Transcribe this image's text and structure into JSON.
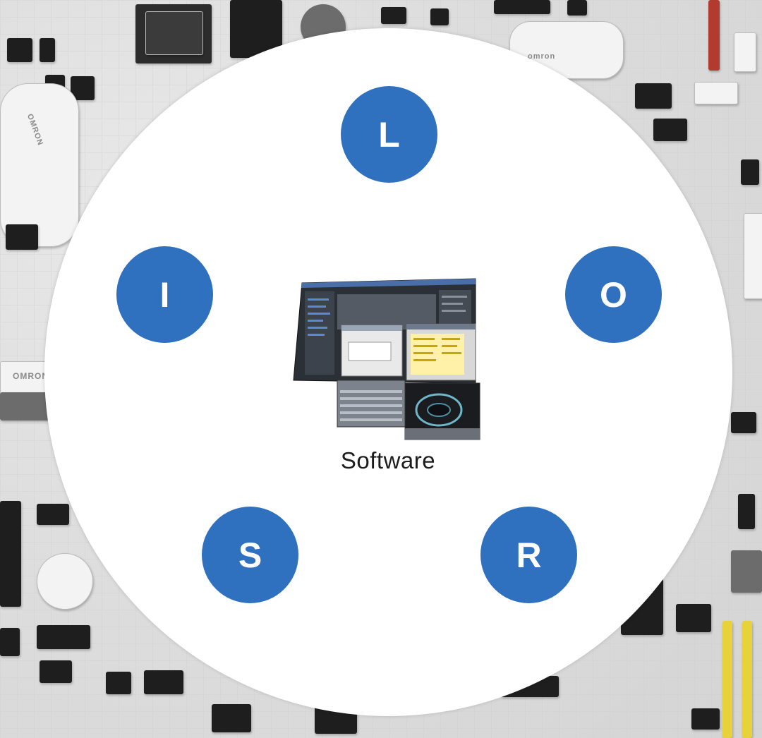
{
  "background": {
    "brand_marks": [
      "OMRON",
      "OMRON",
      "omron"
    ]
  },
  "nodes": {
    "l": "L",
    "i": "I",
    "o": "O",
    "s": "S",
    "r": "R"
  },
  "center": {
    "label": "Software",
    "icon": "software-screens-icon"
  },
  "colors": {
    "node_blue": "#2f70bf",
    "circle_white": "#ffffff",
    "label_text": "#1c1c1c"
  }
}
